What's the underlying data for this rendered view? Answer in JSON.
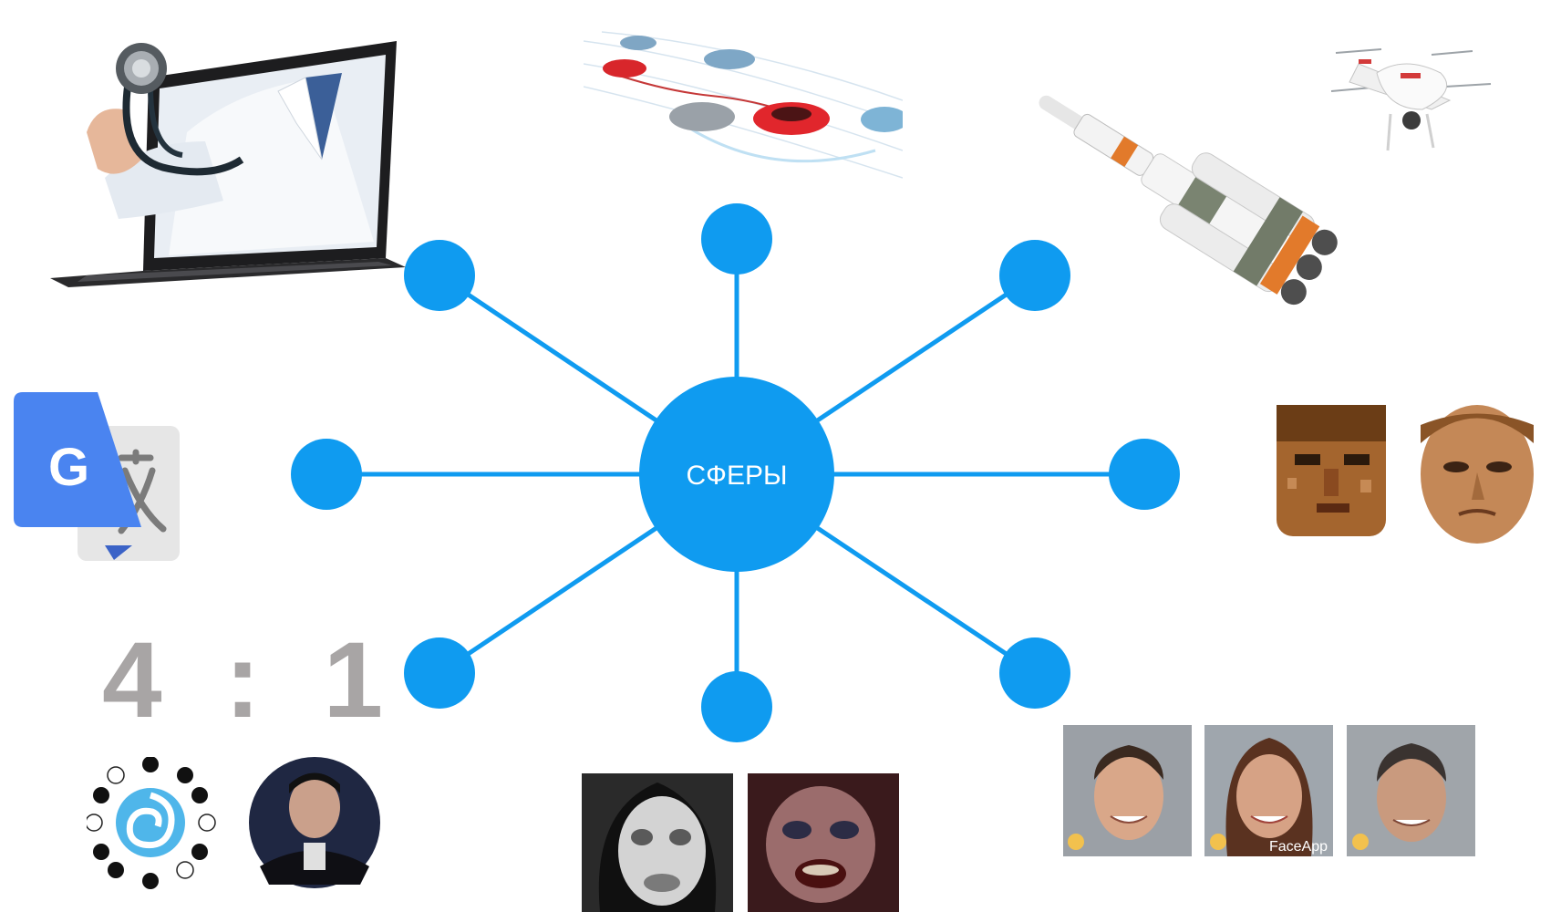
{
  "hub": {
    "label": "СФЕРЫ",
    "color": "#0f9bf0",
    "spoke_count": 8
  },
  "score": {
    "text": "4 : 1",
    "color": "#a8a5a5"
  },
  "faceapp": {
    "watermark": "FaceApp"
  },
  "icons": {
    "medicine": "laptop-doctor-stethoscope-icon",
    "self_driving": "self-driving-cars-icon",
    "space": "soyuz-rocket-icon",
    "drone": "quadcopter-drone-icon",
    "translate": "google-translate-icon",
    "games": "doom-face-upscale-icon",
    "go": "alphago-vs-go-player-icon",
    "deepdream": "deepdream-faces-icon",
    "face_aging": "faceapp-faces-icon"
  }
}
